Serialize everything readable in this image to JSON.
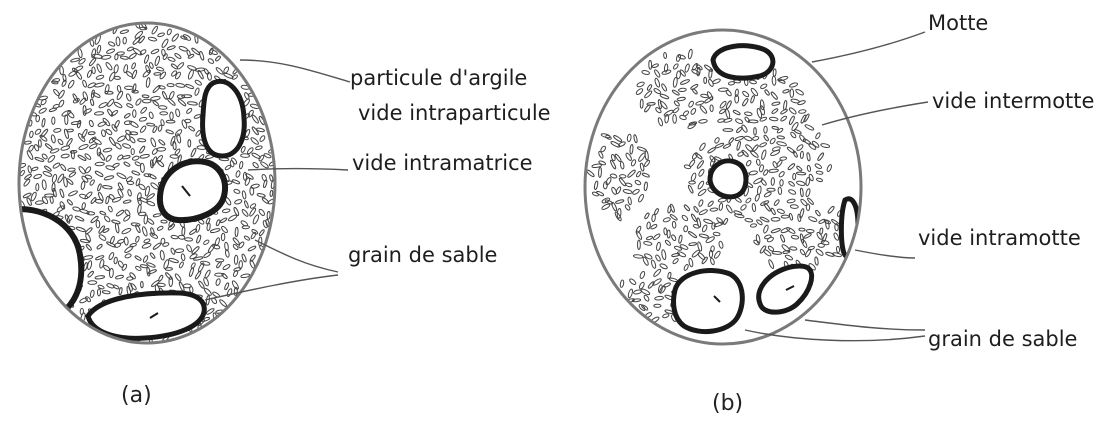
{
  "panel_a": {
    "caption": "(a)",
    "labels": {
      "clay_particle": "particule d'argile",
      "intraparticle_void": "vide intraparticule",
      "intramatrix_void": "vide intramatrice",
      "sand_grain": "grain de sable"
    }
  },
  "panel_b": {
    "caption": "(b)",
    "labels": {
      "clod": "Motte",
      "interclod_void": "vide intermotte",
      "intraclod_void": "vide intramotte",
      "sand_grain": "grain de sable"
    }
  }
}
